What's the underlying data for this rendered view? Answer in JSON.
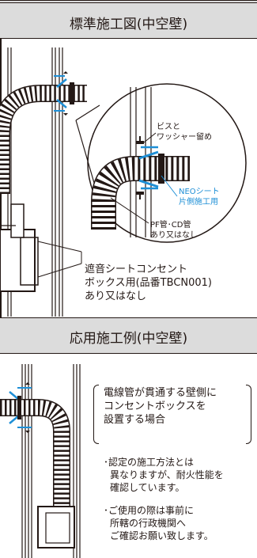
{
  "section1": {
    "title": "標準施工図(中空壁)",
    "callout_screw": [
      "ビスと",
      "ワッシャー留め"
    ],
    "callout_neo": [
      "NEOシート",
      "片側施工用"
    ],
    "callout_pipe": [
      "PF管･CD管",
      "あり又はなし"
    ],
    "callout_box": [
      "遮音シートコンセント",
      "ボックス用(品番TBCN001)",
      "あり又はなし"
    ]
  },
  "section2": {
    "title": "応用施工例(中空壁)",
    "bracket_text": [
      "電線管が貫通する壁側に",
      "コンセントボックスを",
      "設置する場合"
    ],
    "note1": [
      "･認定の施工方法とは",
      "異なりますが、耐火性能を",
      "確認しています。"
    ],
    "note2": [
      "･ご使用の際は事前に",
      "所轄の行政機関へ",
      "ご確認お願い致します。"
    ]
  },
  "colors": {
    "accent_blue": "#1e8fd6",
    "band_gray": "#dcdcdc",
    "line": "#231815"
  }
}
